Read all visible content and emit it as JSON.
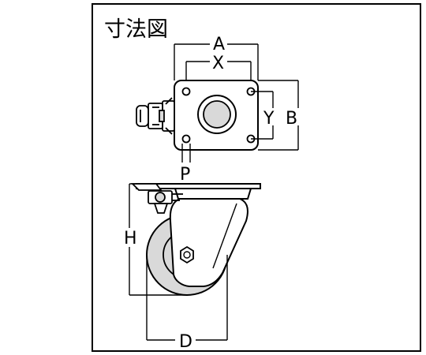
{
  "title": "寸法図",
  "dimensions": {
    "A": "A",
    "X": "X",
    "Y": "Y",
    "B": "B",
    "P": "P",
    "H": "H",
    "D": "D"
  }
}
